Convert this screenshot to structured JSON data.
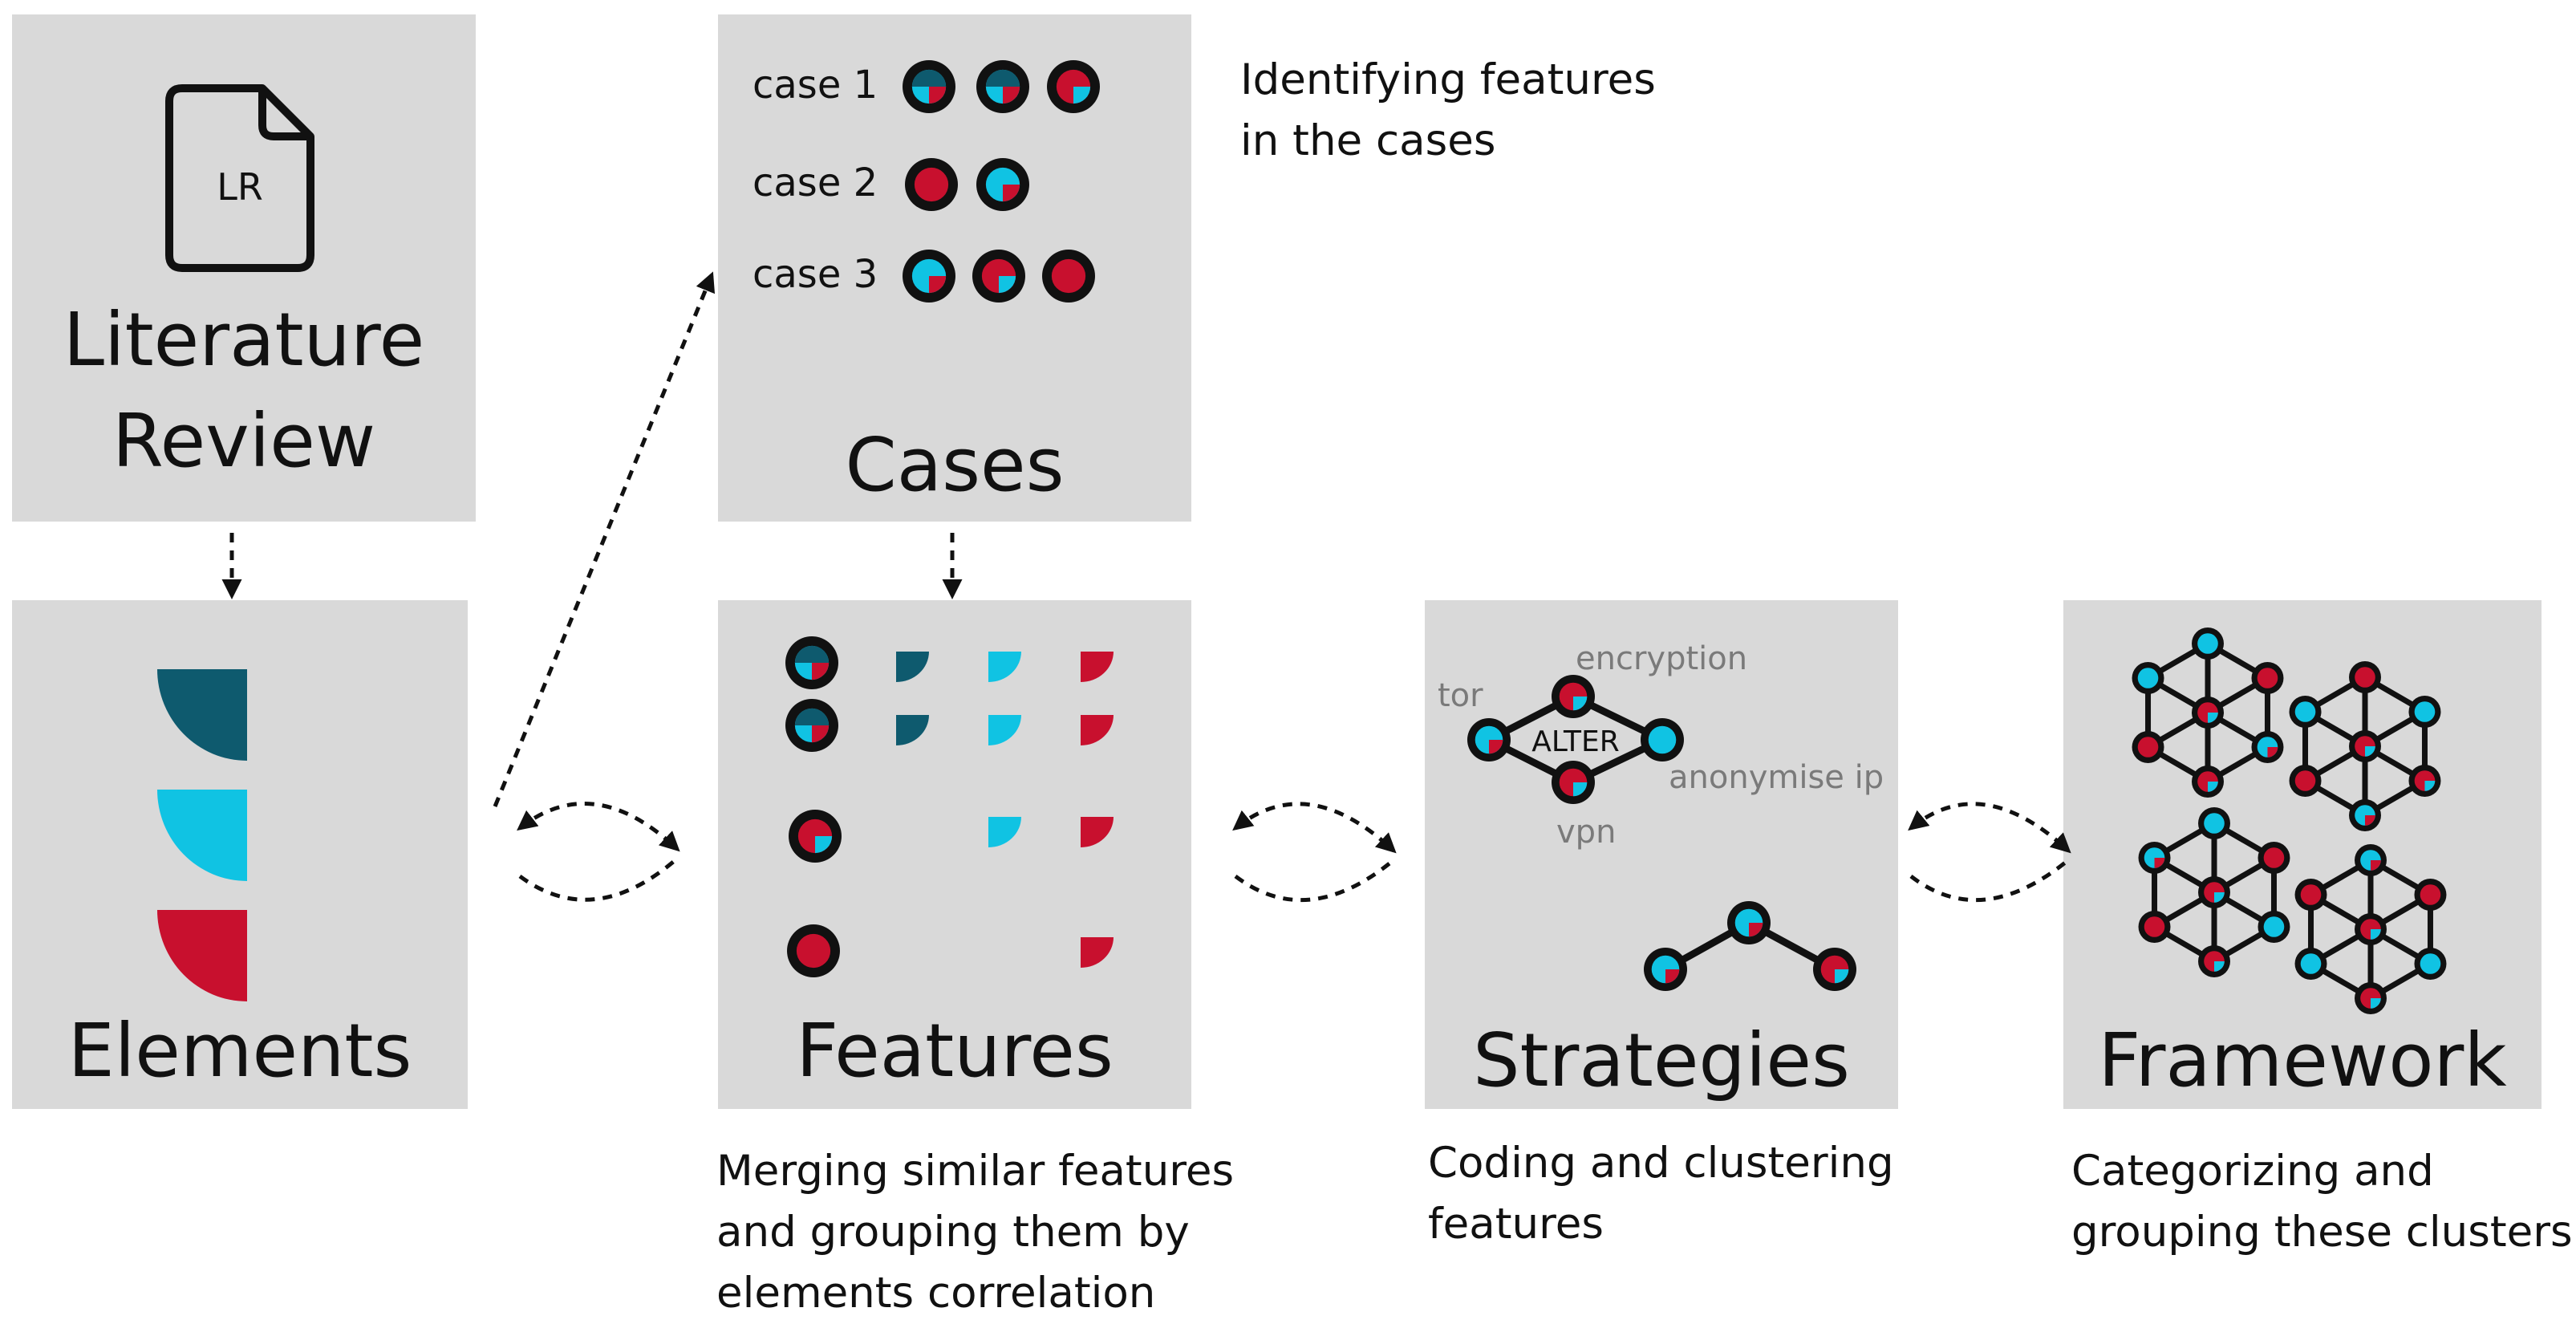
{
  "literature_review": {
    "icon_text": "LR",
    "title_line1": "Literature",
    "title_line2": "Review"
  },
  "elements": {
    "title": "Elements"
  },
  "cases": {
    "title": "Cases",
    "labels": [
      "case 1",
      "case 2",
      "case 3"
    ],
    "caption_line1": "Identifying features",
    "caption_line2": "in the cases"
  },
  "features": {
    "title": "Features",
    "caption_line1": "Merging similar features",
    "caption_line2": "and grouping them by",
    "caption_line3": "elements correlation"
  },
  "strategies": {
    "title": "Strategies",
    "center_label": "ALTER",
    "labels": {
      "tor": "tor",
      "encryption": "encryption",
      "anonymise_ip": "anonymise ip",
      "vpn": "vpn"
    },
    "caption_line1": "Coding and clustering",
    "caption_line2": "features"
  },
  "framework": {
    "title": "Framework",
    "caption_line1": "Categorizing and",
    "caption_line2": "grouping these clusters"
  },
  "colors": {
    "panel": "#d9d9d9",
    "dark_teal": "#0e5a6e",
    "cyan": "#10c3e3",
    "red": "#c8102e",
    "label_gray": "#7a7a7a"
  }
}
